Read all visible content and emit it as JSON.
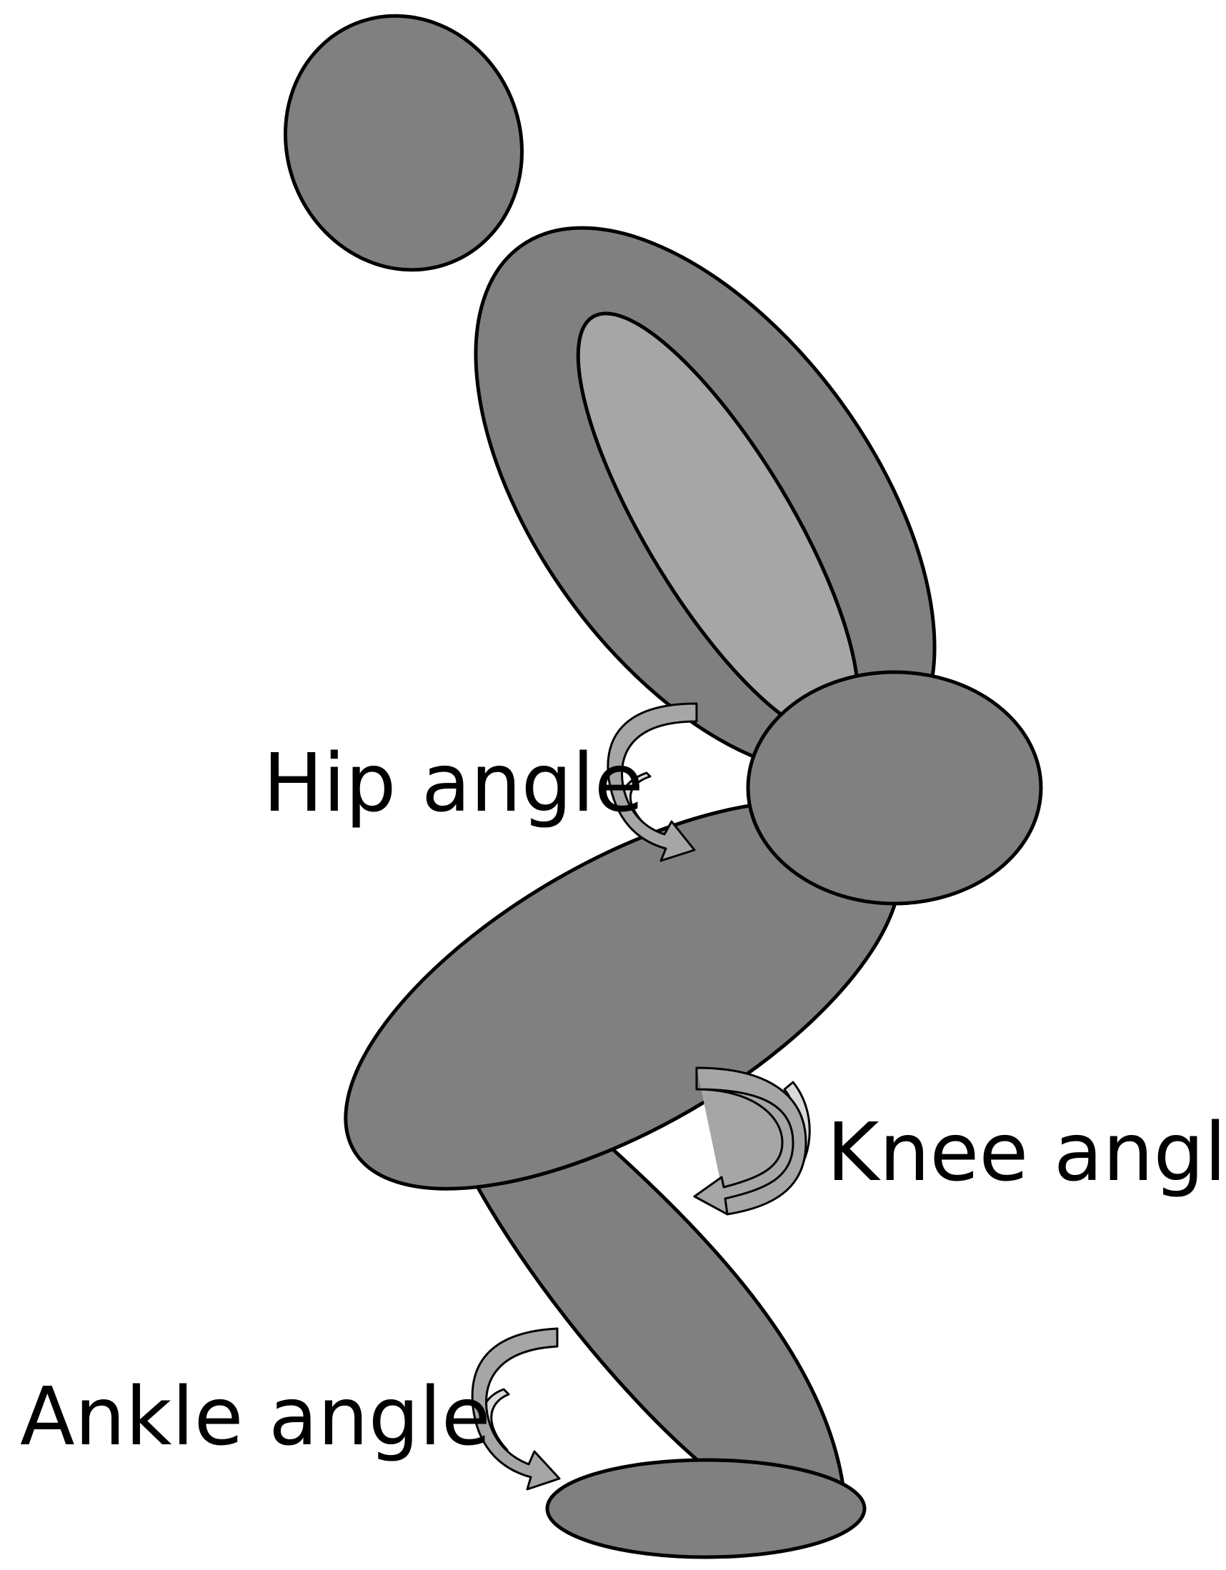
{
  "labels": {
    "hip": "Hip angle",
    "knee": "Knee angle",
    "ankle": "Ankle angle"
  },
  "colors": {
    "body": "#808080",
    "highlight": "#a6a6a6",
    "arrow_fill": "#a6a6a6",
    "arrow_side": "#d9d9d9",
    "outline": "#000000"
  }
}
